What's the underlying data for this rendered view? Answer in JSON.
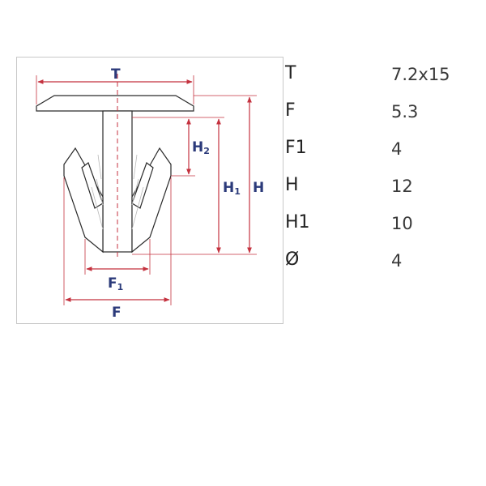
{
  "diagram": {
    "labels": {
      "T": "T",
      "H2": "H",
      "H2_sub": "2",
      "H1": "H",
      "H1_sub": "1",
      "H": "H",
      "F1": "F",
      "F1_sub": "1",
      "F": "F"
    },
    "colors": {
      "dimension_line": "#c4323f",
      "label": "#2b3a7a",
      "outline": "#2a2a2a"
    }
  },
  "specs": [
    {
      "key": "T",
      "value": "7.2x15"
    },
    {
      "key": "F",
      "value": "5.3"
    },
    {
      "key": "F1",
      "value": "4"
    },
    {
      "key": "H",
      "value": "12"
    },
    {
      "key": "H1",
      "value": "10"
    },
    {
      "key": "Ø",
      "value": "4"
    }
  ]
}
